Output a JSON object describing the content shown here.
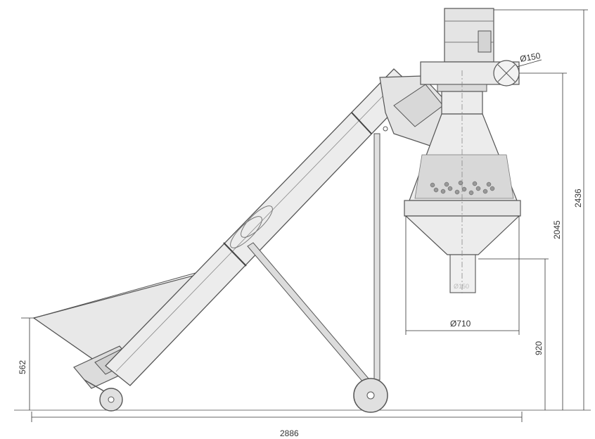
{
  "drawing": {
    "dimensions": {
      "total_length": "2886",
      "total_height": "2436",
      "outlet_height": "2045",
      "hopper_height": "562",
      "bottom_outlet_height": "920",
      "cone_diameter": "Ø710",
      "pipe_diameter": "Ø150",
      "outlet_small_diameter": "Ø150"
    },
    "colors": {
      "line": "#555555",
      "fill": "#e6e6e6",
      "dimension": "#333333"
    }
  }
}
